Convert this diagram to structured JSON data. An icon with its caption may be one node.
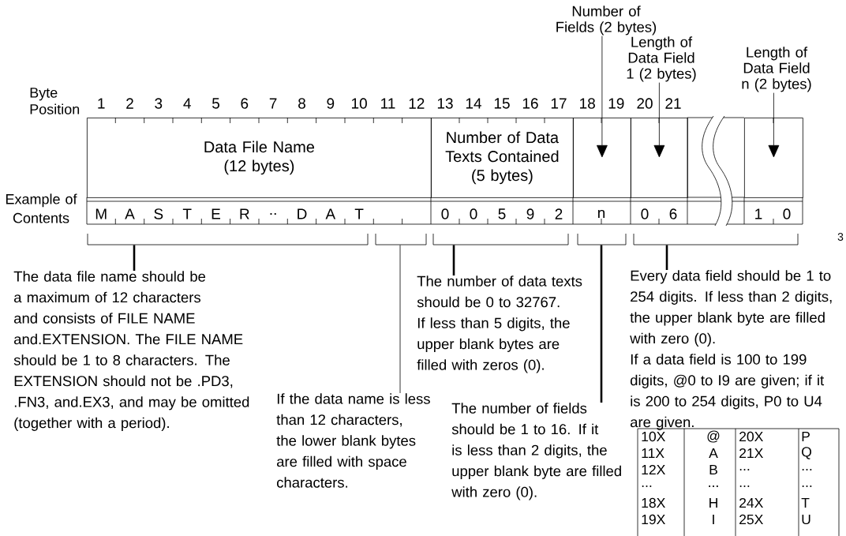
{
  "diagram": {
    "nodes": [
      {
        "text": [
          "Data File Name (12 bytes)"
        ]
      },
      {
        "text": [
          "Number of Data Texts Contained (5 bytes)"
        ]
      },
      {
        "text": [],
        "shape": "box"
      },
      {
        "text": [],
        "shape": "box"
      },
      {
        "text": [],
        "shape": "box"
      },
      {
        "text": [
          "Number of Fields (2 bytes)"
        ]
      },
      {
        "text": [
          "Length of Data Field 1 (2 bytes)"
        ]
      },
      {
        "text": [
          "Length of Data Field n (2 bytes)"
        ]
      },
      {
        "text": [],
        "shape": "bracket"
      },
      {
        "text": [],
        "shape": "bracket"
      },
      {
        "text": [],
        "shape": "bracket"
      },
      {
        "text": [],
        "shape": "bracket"
      },
      {
        "text": [],
        "shape": "bracket"
      },
      {
        "text": [
          "The data file name should be a maximum of 12 characters and consists of FILE NAME and.EXTENSION. The FILE NAME should be 1 to 8 characters. The EXTENSION should not be .PD3, .FN3, and.EX3, and may be omitted (together with a period)."
        ]
      },
      {
        "text": [
          "If the data name is less than 12 characters, the lower blank bytes are filled with space characters."
        ]
      },
      {
        "text": [
          "The number of data texts should be 0 to 32767. If less than 5 digits, the upper blank bytes are filled with zeros (0)."
        ]
      },
      {
        "text": [
          "The number of fields should be 1 to 16. If it is less than 2 digits, the upper blank byte are filled with zero (0)."
        ]
      },
      {
        "text": [
          "Every data field should be 1 to 254 digits. If less than 2 digits, the upper blank byte are filled with zero (0).",
          "If a data field is 100 to 199 digits, @0 to I9 are given; if it is 200 to 254 digits, P0 to U4 are given."
        ]
      }
    ],
    "edges": [
      {
        "from": 5,
        "to": 2,
        "arrow": "to"
      },
      {
        "from": 6,
        "to": 3,
        "arrow": "to"
      },
      {
        "from": 7,
        "to": 4,
        "arrow": "to"
      },
      {
        "from": 13,
        "to": 8,
        "arrow": "none",
        "style": "thick"
      },
      {
        "from": 14,
        "to": 9,
        "arrow": "none"
      },
      {
        "from": 15,
        "to": 10,
        "arrow": "none",
        "style": "thick"
      },
      {
        "from": 16,
        "to": 11,
        "arrow": "none",
        "style": "thick"
      },
      {
        "from": 17,
        "to": 12,
        "arrow": "none",
        "style": "thick"
      }
    ],
    "labels": [
      "Byte Position",
      "1",
      "2",
      "3",
      "4",
      "5",
      "6",
      "7",
      "8",
      "9",
      "10",
      "11",
      "12",
      "13",
      "14",
      "15",
      "16",
      "17",
      "18",
      "19",
      "20",
      "21",
      "Example of Contents",
      "M",
      "A",
      "S",
      "T",
      "E",
      "R",
      "..",
      "D",
      "A",
      "T",
      "0",
      "0",
      "5",
      "9",
      "2",
      "n",
      "0",
      "6",
      "1",
      "0",
      "3",
      "10X",
      "@",
      "20X",
      "P",
      "11X",
      "A",
      "21X",
      "Q",
      "12X",
      "B",
      "...",
      "...",
      "...",
      "...",
      "...",
      "...",
      "18X",
      "H",
      "24X",
      "T",
      "19X",
      "I",
      "25X",
      "U"
    ]
  }
}
